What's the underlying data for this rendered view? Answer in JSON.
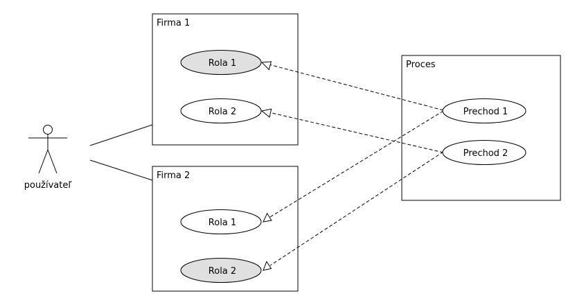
{
  "actor": {
    "label": "používateľ"
  },
  "boxes": {
    "firma1": {
      "title": "Firma 1"
    },
    "firma2": {
      "title": "Firma 2"
    },
    "proces": {
      "title": "Proces"
    }
  },
  "usecases": {
    "f1_rola1": {
      "label": "Rola 1",
      "fill": "#e0e0e0"
    },
    "f1_rola2": {
      "label": "Rola 2",
      "fill": "#ffffff"
    },
    "f2_rola1": {
      "label": "Rola 1",
      "fill": "#ffffff"
    },
    "f2_rola2": {
      "label": "Rola 2",
      "fill": "#e0e0e0"
    },
    "prechod1": {
      "label": "Prechod 1",
      "fill": "#ffffff"
    },
    "prechod2": {
      "label": "Prechod 2",
      "fill": "#ffffff"
    }
  }
}
